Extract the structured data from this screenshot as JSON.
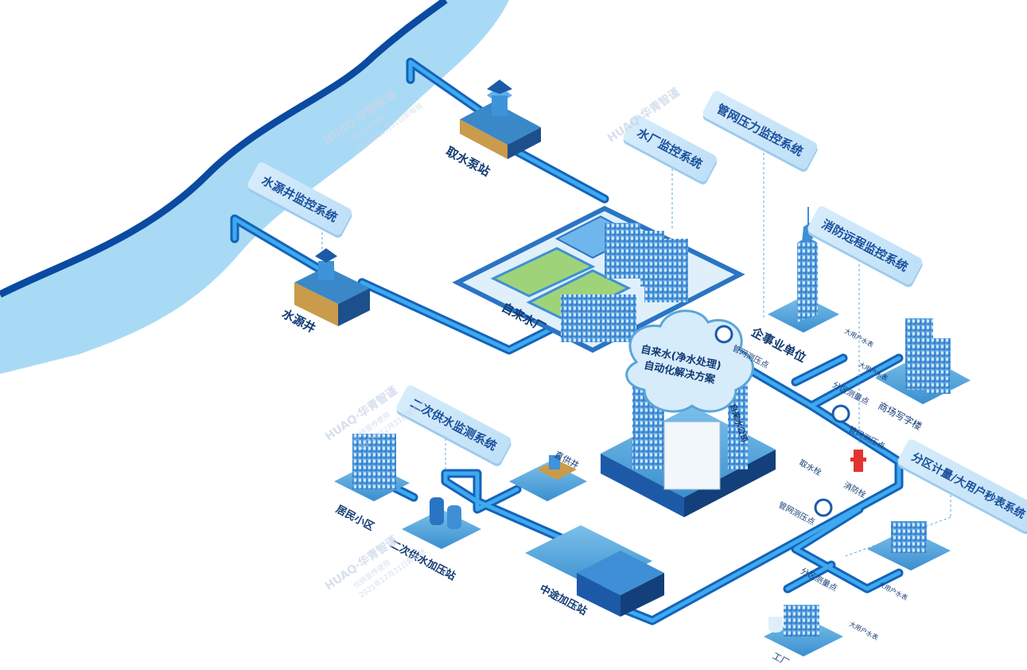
{
  "systems": {
    "water_source_well_monitor": "水源井监控系统",
    "water_plant_monitor": "水厂监控系统",
    "pipe_pressure_monitor": "管网压力监控系统",
    "fire_remote_monitor": "消防远程监控系统",
    "secondary_supply_monitor": "二次供水监测系统",
    "zone_metering": "分区计量/大用户秒表系统"
  },
  "solution": {
    "line1": "自来水(净水处理)",
    "line2": "自动化解决方案",
    "tower_text": "自来水公司"
  },
  "facilities": {
    "intake_pump_station": "取水泵站",
    "source_well": "水源井",
    "water_plant": "自来水厂",
    "enterprise_unit": "企事业单位",
    "commercial_building": "商场写字楼",
    "residential": "居民小区",
    "secondary_pump_station": "二次供水加压站",
    "direct_well": "直供井",
    "booster_station": "中途加压站",
    "factory": "工厂"
  },
  "points": {
    "pressure_point_1": "管网测压点",
    "pressure_point_2": "管网测压点",
    "pressure_point_3": "管网测压点",
    "zone_meter_1": "分区测量点",
    "zone_meter_2": "分区测量点",
    "hydrant_intake": "取水栓",
    "fire_hydrant": "消防栓",
    "big_user_meter_1": "大用户水表",
    "big_user_meter_2": "大用户水表",
    "big_user_meter_3": "大用户水表",
    "big_user_meter_4": "大用户水表"
  },
  "watermark": {
    "brand": "HUAQ·华青智谨",
    "line1": "仅供宣传使用",
    "line2": "2021年12月31日前有效"
  },
  "colors": {
    "pipe": "#1e8ee0",
    "pipe_dark": "#1463b8",
    "river": "#a9daf5",
    "river_edge": "#0a4aa0",
    "platform": "#5aa6d8",
    "banner_bg": "#cfe8fa",
    "label_text": "#123a73"
  }
}
